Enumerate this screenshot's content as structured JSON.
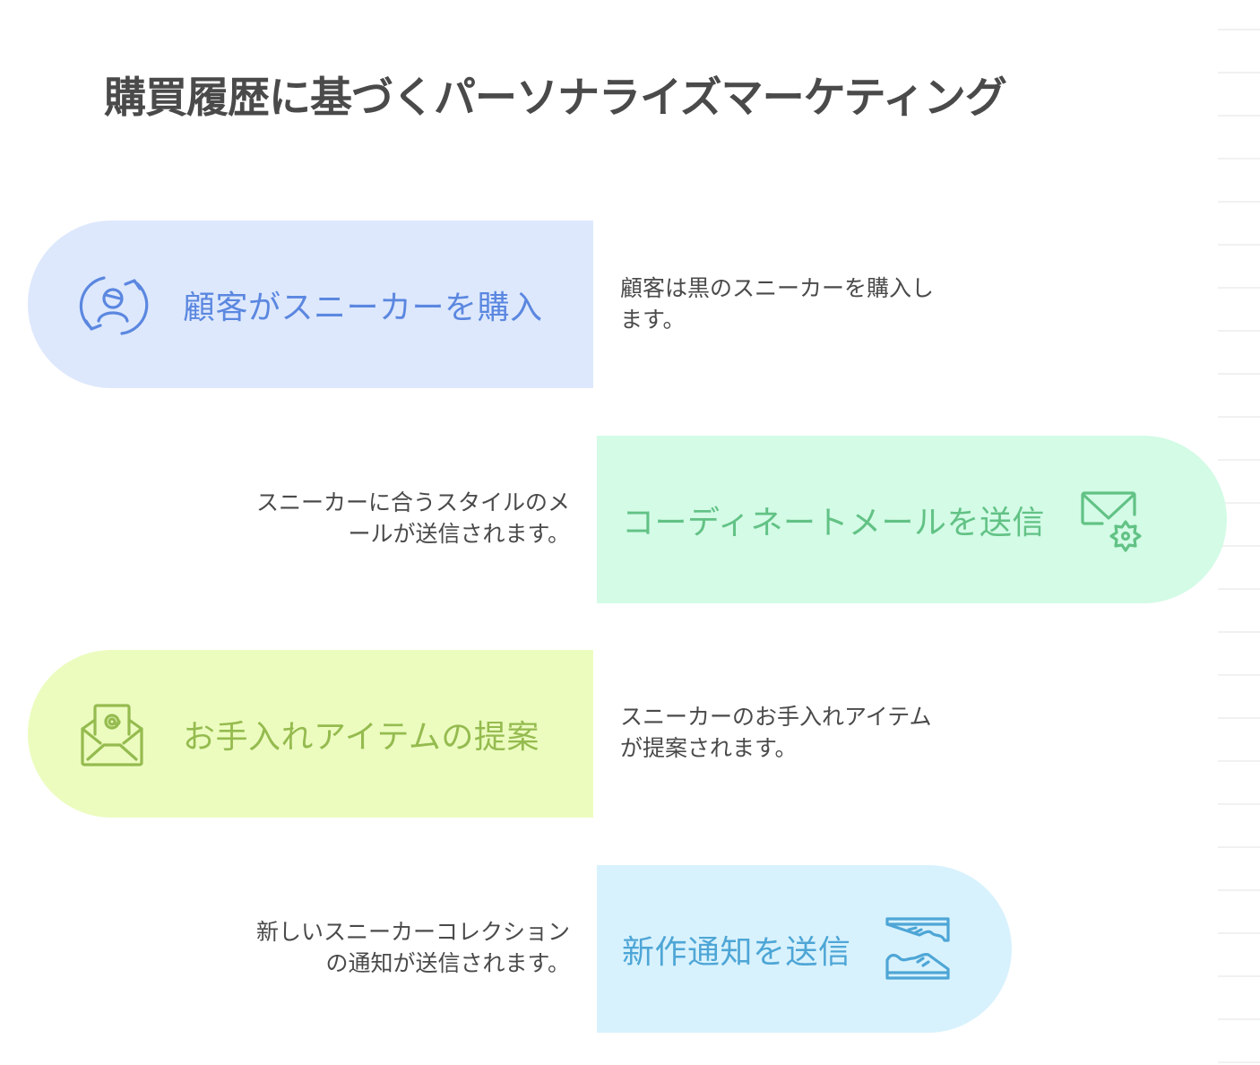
{
  "title": "購買履歴に基づくパーソナライズマーケティング",
  "steps": [
    {
      "label": "顧客がスニーカーを購入",
      "description_lines": [
        "顧客は黒のスニーカーを購入し",
        "ます。"
      ],
      "icon": "customer-cycle-icon",
      "bg_color": "#dde8fc",
      "accent_color": "#5b87e0"
    },
    {
      "label": "コーディネートメールを送信",
      "description_lines": [
        "スニーカーに合うスタイルのメ",
        "ールが送信されます。"
      ],
      "icon": "mail-settings-icon",
      "bg_color": "#d3fbe6",
      "accent_color": "#62c285"
    },
    {
      "label": "お手入れアイテムの提案",
      "description_lines": [
        "スニーカーのお手入れアイテム",
        "が提案されます。"
      ],
      "icon": "email-open-at-icon",
      "bg_color": "#ecfcbf",
      "accent_color": "#95bb4f"
    },
    {
      "label": "新作通知を送信",
      "description_lines": [
        "新しいスニーカーコレクション",
        "の通知が送信されます。"
      ],
      "icon": "sneakers-icon",
      "bg_color": "#d8f2fd",
      "accent_color": "#4ea6d6"
    }
  ]
}
